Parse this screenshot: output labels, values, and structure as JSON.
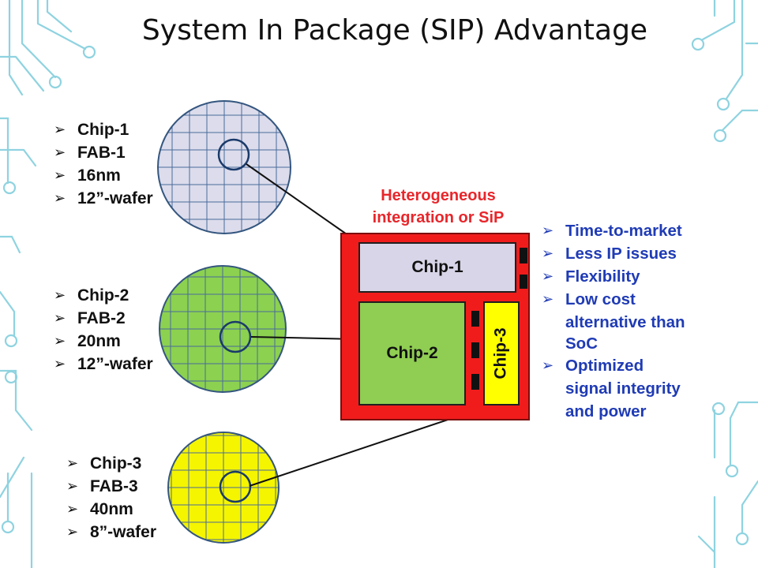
{
  "title": "System In Package (SIP) Advantage",
  "wafers": [
    {
      "bullets": [
        "Chip-1",
        "FAB-1",
        "16nm",
        "12”-wafer"
      ],
      "fill": "#dcdcec"
    },
    {
      "bullets": [
        "Chip-2",
        "FAB-2",
        "20nm",
        "12”-wafer"
      ],
      "fill": "#8cd150"
    },
    {
      "bullets": [
        "Chip-3",
        "FAB-3",
        "40nm",
        "8”-wafer"
      ],
      "fill": "#f5f500"
    }
  ],
  "package": {
    "heading_line1": "Heterogeneous",
    "heading_line2": "integration or SiP",
    "chip1_label": "Chip-1",
    "chip2_label": "Chip-2",
    "chip3_label": "Chip-3"
  },
  "advantages": [
    "Time-to-market",
    "Less IP issues",
    "Flexibility",
    "Low cost",
    "alternative than",
    "SoC",
    "Optimized",
    "signal integrity",
    "and power"
  ],
  "colors": {
    "package_substrate": "#f01c1c",
    "heading": "#e8262b",
    "advantages_text": "#1f3bb5",
    "chip1": "#d9d5e8",
    "chip2": "#8fce52",
    "chip3": "#ffff00"
  }
}
